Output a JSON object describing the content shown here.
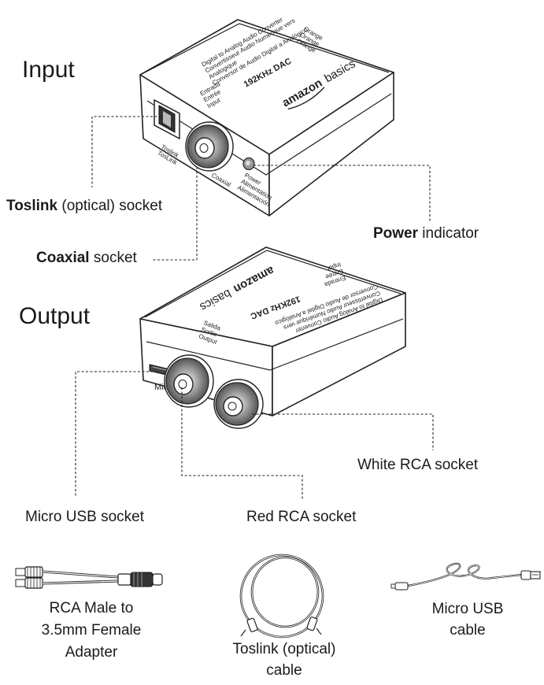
{
  "sections": {
    "input_title": "Input",
    "output_title": "Output"
  },
  "device_text": {
    "brand_a": "amazon",
    "brand_b": "basics",
    "model": "192KHz DAC",
    "desc_1": "Digital to Analog Audio Converter",
    "desc_2": "Convertisseur Audio Numérique vers",
    "desc_3": "Analogique",
    "desc_4": "Conversor de Audio Digital a Analógico",
    "input_side_1": "Entrada",
    "input_side_2": "Entrée",
    "input_side_3": "Input",
    "output_side_1": "Salida",
    "output_side_2": "Sortie",
    "output_side_3": "Output",
    "toslink_mark_1": "Toslink",
    "toslink_mark_2": "TosLink",
    "coax_mark": "Coaxial",
    "power_mark_1": "Power",
    "power_mark_2": "Alimentation",
    "power_mark_3": "Alimentación",
    "side_tab_1": "Orange",
    "side_tab_2": "Orange",
    "side_tab_3": "Orange",
    "micro_mark": "Micro"
  },
  "callouts": {
    "toslink": {
      "bold": "Toslink",
      "rest": " (optical) socket"
    },
    "coaxial": {
      "bold": "Coaxial",
      "rest": " socket"
    },
    "power": {
      "bold": "Power",
      "rest": " indicator"
    },
    "white_rca": "White RCA socket",
    "micro_usb": "Micro USB socket",
    "red_rca": "Red RCA socket"
  },
  "accessories": {
    "rca_adapter": [
      "RCA Male to",
      "3.5mm Female",
      "Adapter"
    ],
    "toslink_cable": [
      "Toslink (optical)",
      "cable"
    ],
    "usb_cable": [
      "Micro USB",
      "cable"
    ]
  }
}
